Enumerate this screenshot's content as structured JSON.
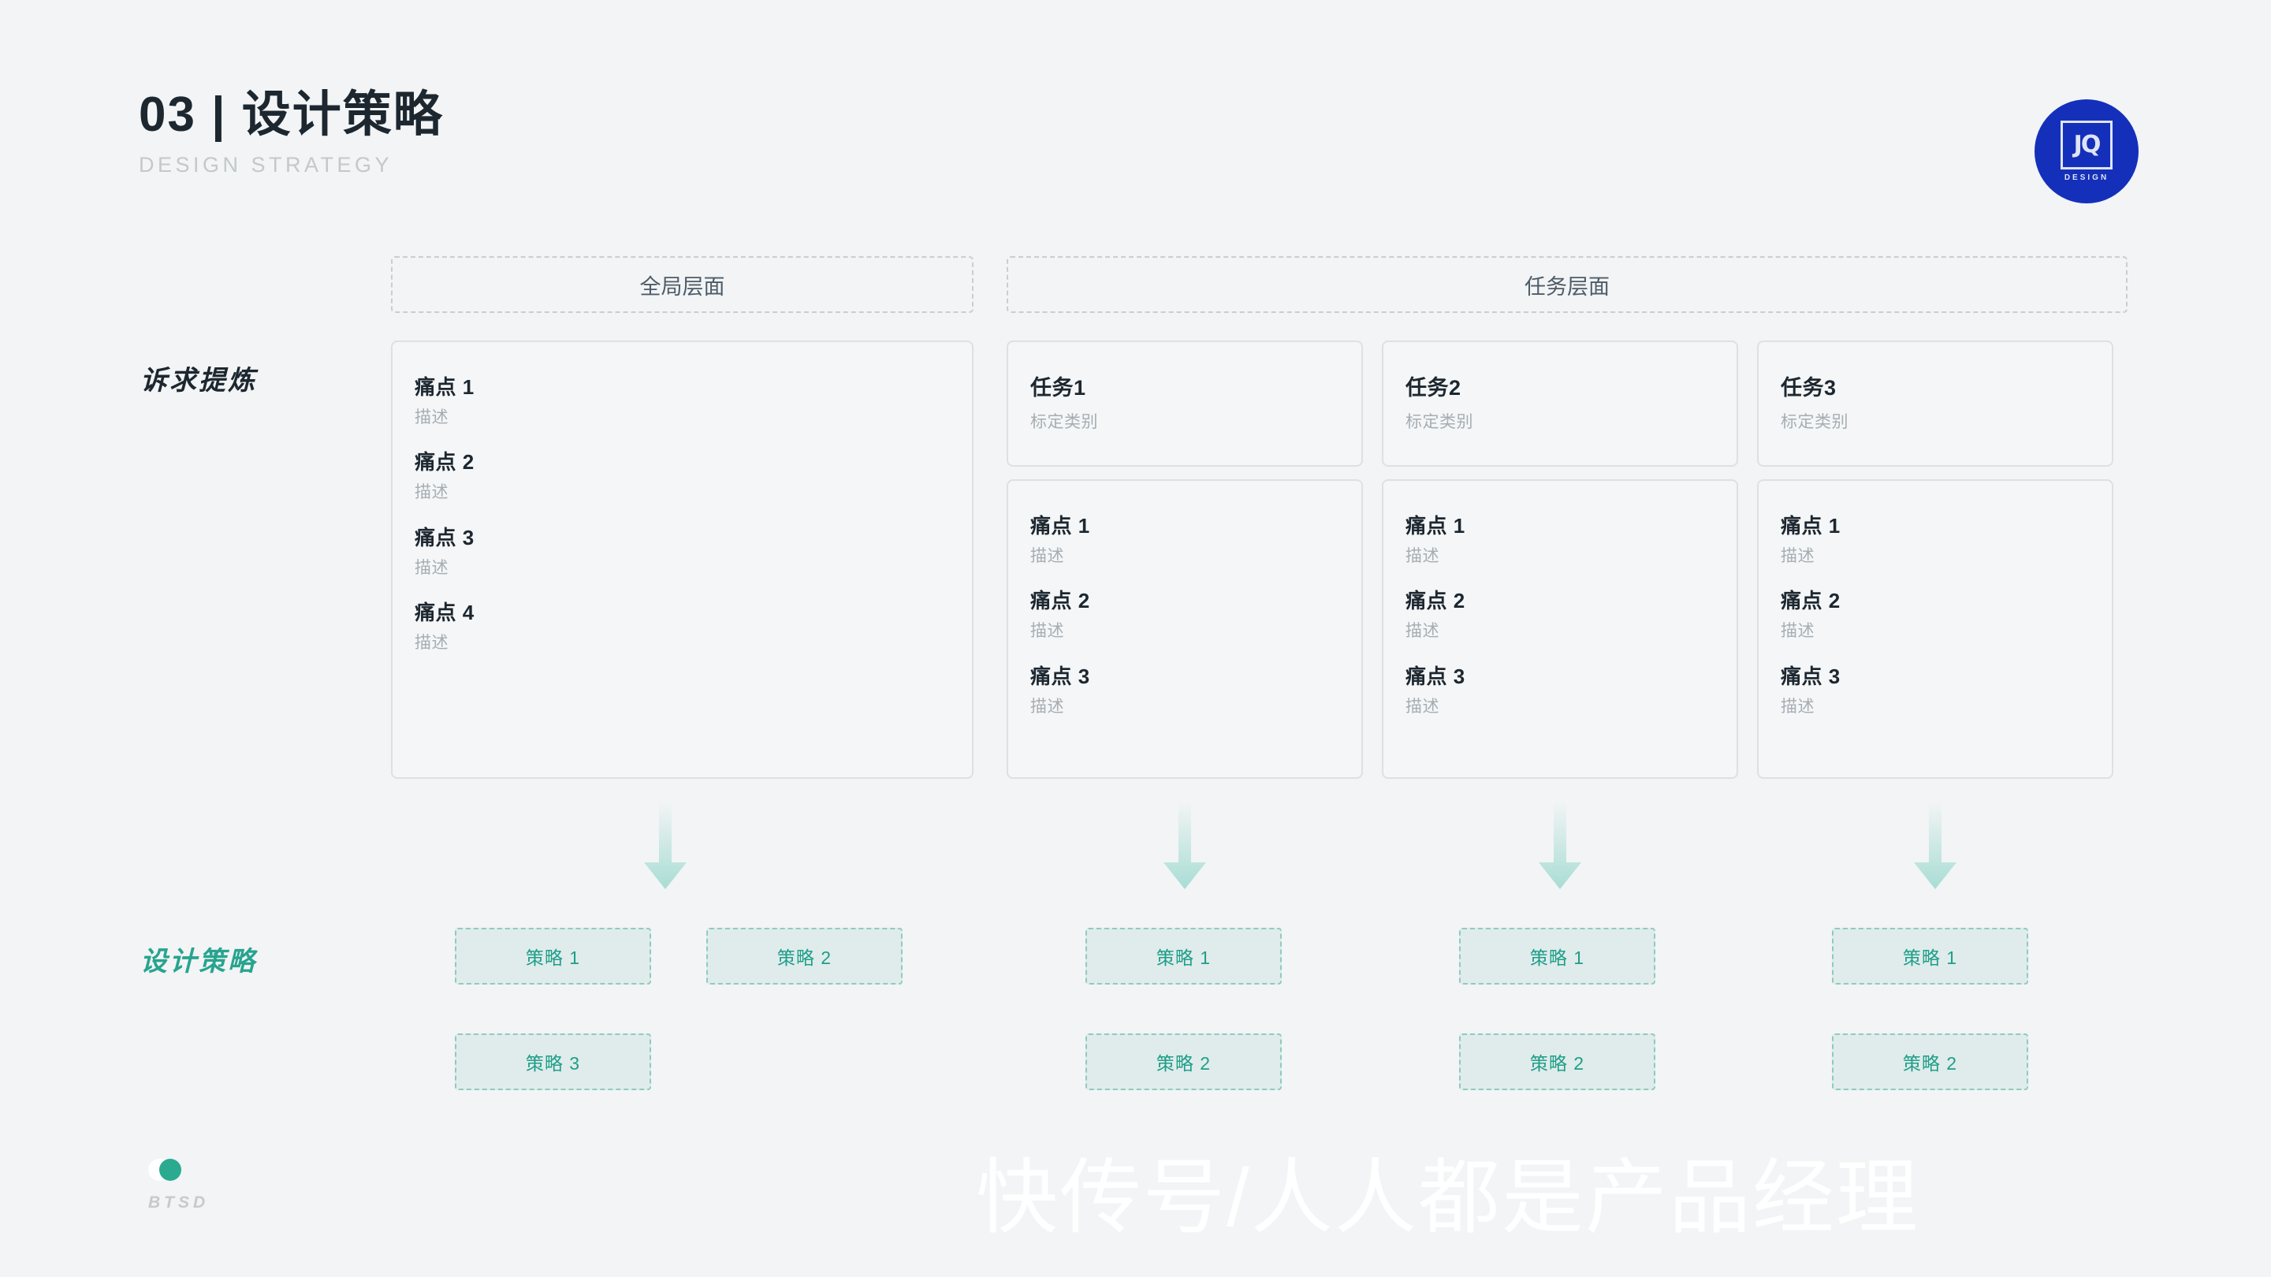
{
  "header": {
    "title": "03 | 设计策略",
    "subtitle": "DESIGN STRATEGY"
  },
  "logo": {
    "mark": "JQ",
    "text": "DESIGN",
    "color": "#1430ba"
  },
  "row_labels": {
    "needs": "诉求提炼",
    "strategy": "设计策略",
    "strategy_color": "#27a48f"
  },
  "banners": {
    "global": "全局层面",
    "task": "任务层面"
  },
  "global_card": {
    "items": [
      {
        "title": "痛点 1",
        "desc": "描述"
      },
      {
        "title": "痛点 2",
        "desc": "描述"
      },
      {
        "title": "痛点 3",
        "desc": "描述"
      },
      {
        "title": "痛点 4",
        "desc": "描述"
      }
    ]
  },
  "task_columns": [
    {
      "title": "任务1",
      "subtitle": "标定类别",
      "items": [
        {
          "title": "痛点 1",
          "desc": "描述"
        },
        {
          "title": "痛点 2",
          "desc": "描述"
        },
        {
          "title": "痛点 3",
          "desc": "描述"
        }
      ]
    },
    {
      "title": "任务2",
      "subtitle": "标定类别",
      "items": [
        {
          "title": "痛点 1",
          "desc": "描述"
        },
        {
          "title": "痛点 2",
          "desc": "描述"
        },
        {
          "title": "痛点 3",
          "desc": "描述"
        }
      ]
    },
    {
      "title": "任务3",
      "subtitle": "标定类别",
      "items": [
        {
          "title": "痛点 1",
          "desc": "描述"
        },
        {
          "title": "痛点 2",
          "desc": "描述"
        },
        {
          "title": "痛点 3",
          "desc": "描述"
        }
      ]
    }
  ],
  "strategies": {
    "row1": [
      "策略 1",
      "策略 2",
      "策略 1",
      "策略 1",
      "策略 1"
    ],
    "row2": [
      "策略 3",
      "策略 2",
      "策略 2",
      "策略 2"
    ],
    "accent": "#1f9e89",
    "fill": "#dfeceb",
    "border": "#8fcac0"
  },
  "arrows": {
    "count": 4,
    "color": "#a8ddd4"
  },
  "footer": {
    "text": "BTSD",
    "dot_color": "#2aab90"
  },
  "watermark": {
    "text": "快传号/人人都是产品经理"
  }
}
